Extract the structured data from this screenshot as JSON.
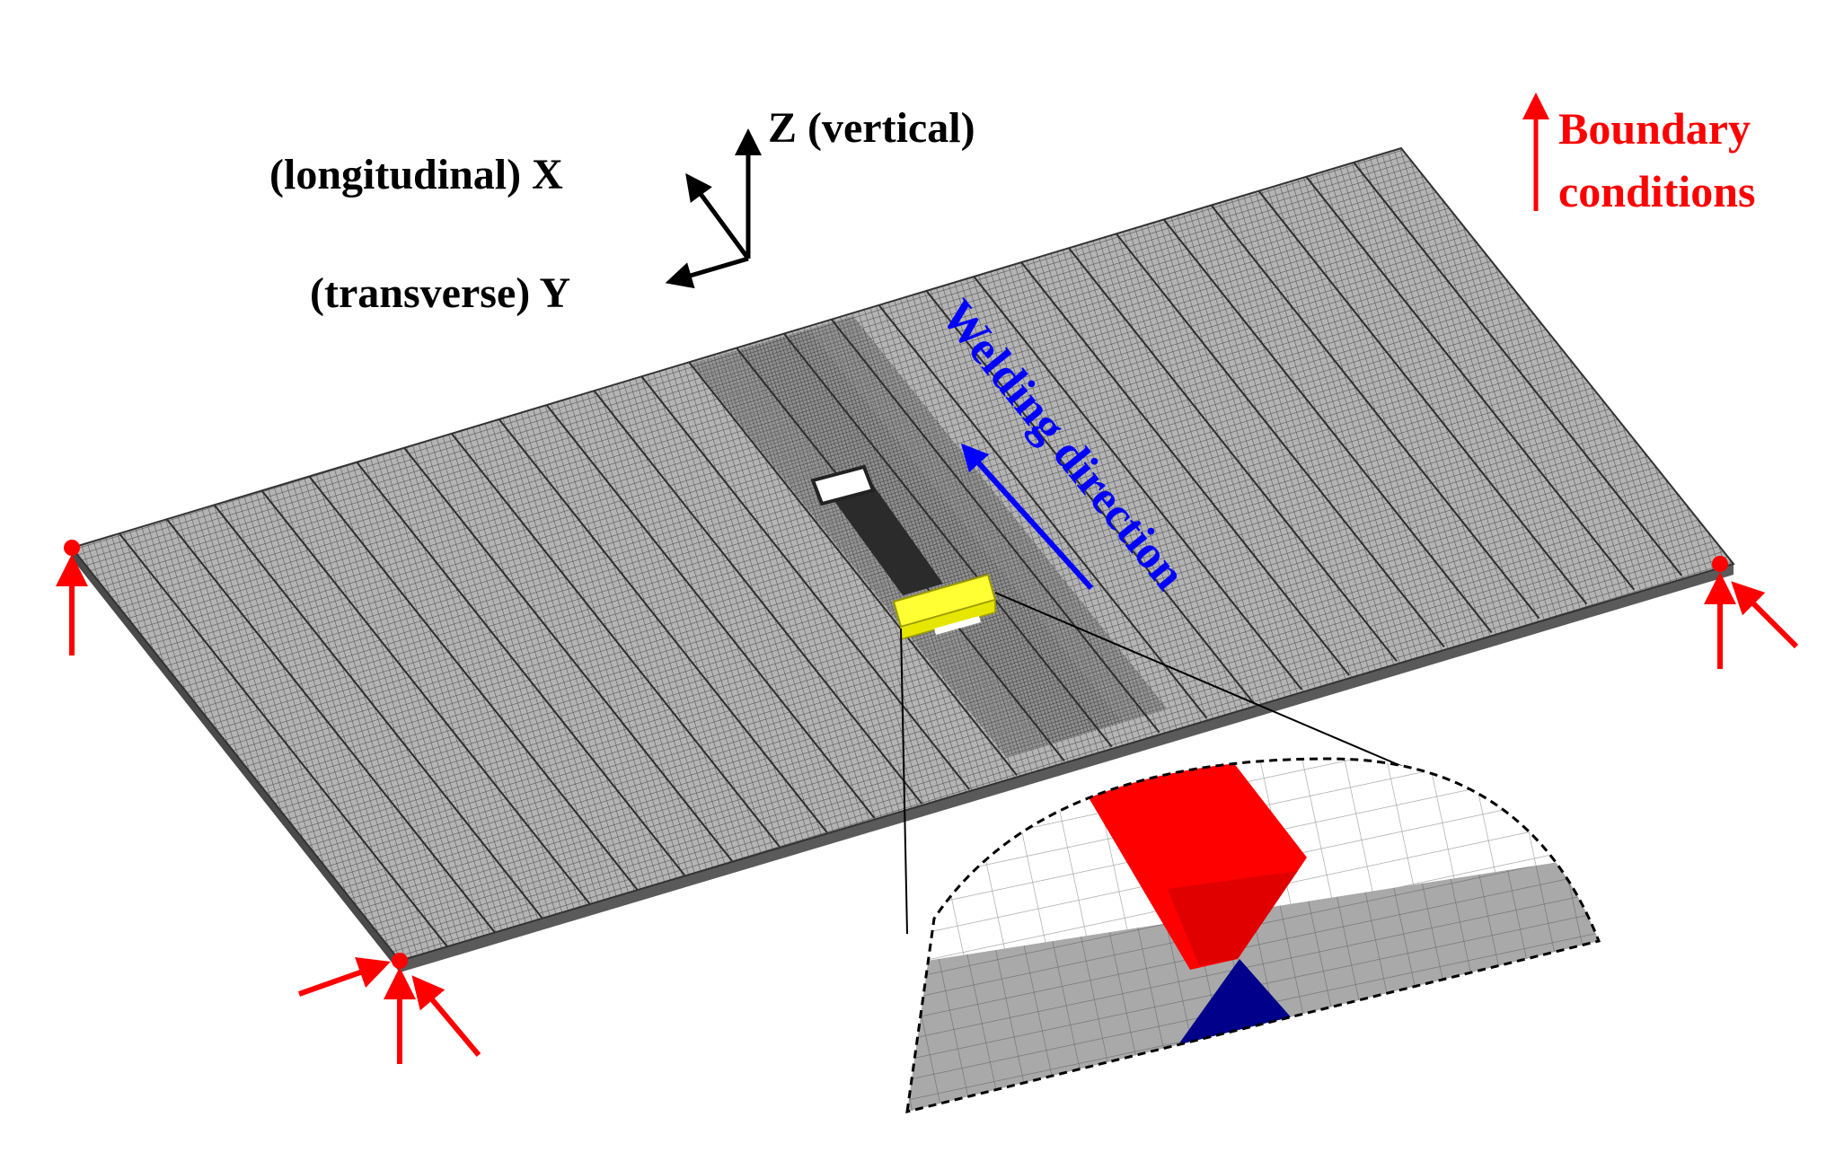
{
  "axes": {
    "z_label": "Z (vertical)",
    "x_label": "(longitudinal) X",
    "y_label": "(transverse) Y"
  },
  "legend": {
    "line1": "Boundary",
    "line2": "conditions"
  },
  "annotation": {
    "welding_direction": "Welding direction"
  },
  "colors": {
    "boundary": "#ff0000",
    "welding": "#0000ff",
    "plate": "#a9a9a9",
    "mesh_line": "#3c3c3c",
    "weld_top": "#ff0000",
    "weld_root": "#00008b",
    "heat_source": "#ffff33",
    "axes": "#000000"
  }
}
